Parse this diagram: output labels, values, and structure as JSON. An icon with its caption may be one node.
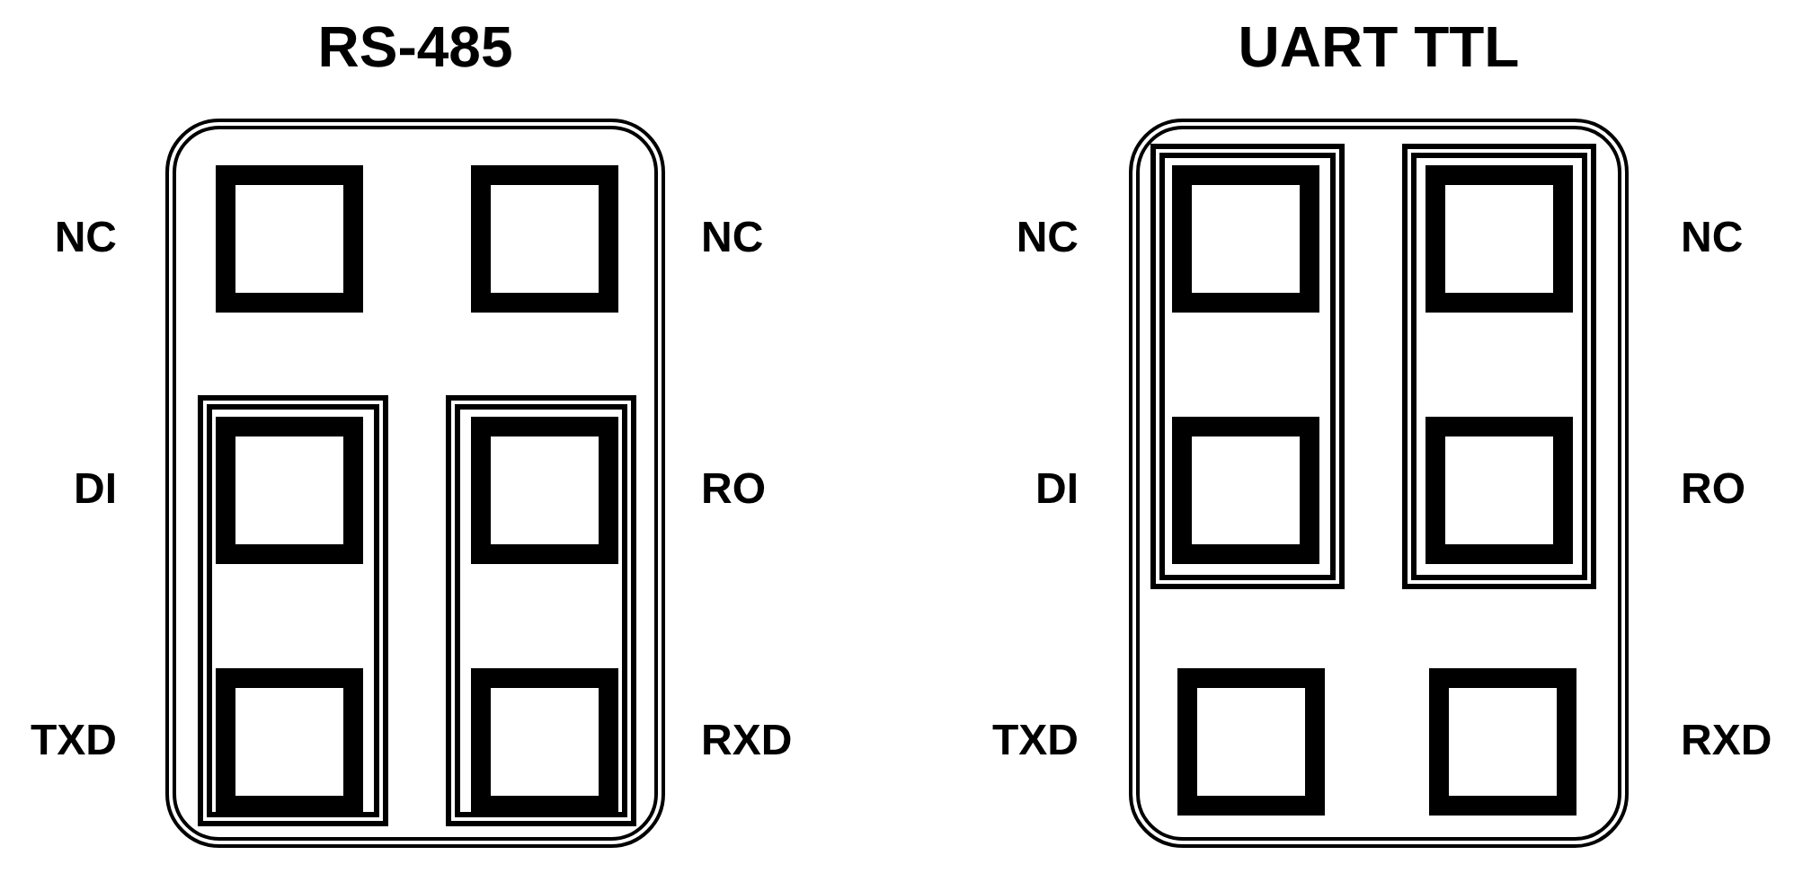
{
  "diagram": {
    "nodes": [
      {
        "text": [
          "RS-485"
        ]
      },
      {
        "text": [],
        "shape": "box",
        "in": 0,
        "beside": [
          "NC"
        ]
      },
      {
        "text": [],
        "shape": "box",
        "in": 0,
        "beside": [
          "NC"
        ]
      },
      {
        "text": [],
        "shape": "box",
        "in": 0
      },
      {
        "text": [],
        "shape": "box",
        "in": 3,
        "beside": [
          "DI"
        ]
      },
      {
        "text": [],
        "shape": "box",
        "in": 3,
        "beside": [
          "TXD"
        ]
      },
      {
        "text": [],
        "shape": "box",
        "in": 0
      },
      {
        "text": [],
        "shape": "box",
        "in": 6,
        "beside": [
          "RO"
        ]
      },
      {
        "text": [],
        "shape": "box",
        "in": 6,
        "beside": [
          "RXD"
        ]
      },
      {
        "text": [
          "UART TTL"
        ]
      },
      {
        "text": [],
        "shape": "box",
        "in": 9
      },
      {
        "text": [],
        "shape": "box",
        "in": 10,
        "beside": [
          "NC"
        ]
      },
      {
        "text": [],
        "shape": "box",
        "in": 10,
        "beside": [
          "DI"
        ]
      },
      {
        "text": [],
        "shape": "box",
        "in": 9
      },
      {
        "text": [],
        "shape": "box",
        "in": 13,
        "beside": [
          "NC"
        ]
      },
      {
        "text": [],
        "shape": "box",
        "in": 13,
        "beside": [
          "RO"
        ]
      },
      {
        "text": [],
        "shape": "box",
        "in": 9,
        "beside": [
          "TXD"
        ]
      },
      {
        "text": [],
        "shape": "box",
        "in": 9,
        "beside": [
          "RXD"
        ]
      }
    ]
  }
}
